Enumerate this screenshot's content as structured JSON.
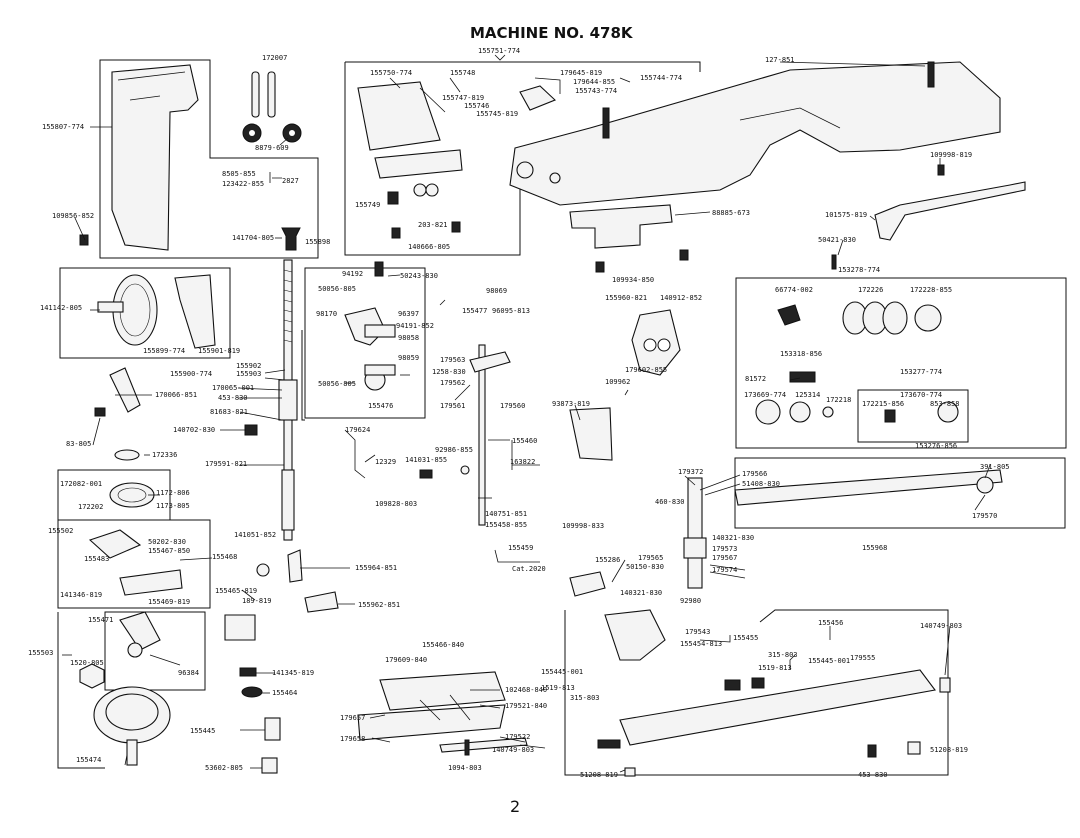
{
  "title": "MACHINE NO. 478K",
  "page_number": "2",
  "labels": [
    "155751-774",
    "172007",
    "155807-774",
    "8879-609",
    "8505-855",
    "123422-855",
    "2827",
    "109856-852",
    "141704-805",
    "155898",
    "155750-774",
    "155748",
    "179645-819",
    "179644-855",
    "155743-774",
    "155744-774",
    "155747-819",
    "155746",
    "155745-819",
    "155749",
    "203-821",
    "140666-805",
    "127-851",
    "109998-819",
    "88885-673",
    "101575-819",
    "50421-830",
    "109934-850",
    "153278-774",
    "94192",
    "50243-830",
    "50056-805",
    "98170",
    "96397",
    "94191-852",
    "98058",
    "98059",
    "98069",
    "155477",
    "96095-813",
    "141142-805",
    "155899-774",
    "155901-819",
    "155902",
    "155900-774",
    "155903",
    "170066-851",
    "170065-001",
    "453-830",
    "81683-821",
    "140702-830",
    "83-805",
    "172336",
    "179591-821",
    "50056-805",
    "155476",
    "179563",
    "1258-830",
    "179562",
    "179561",
    "179560",
    "155960-821",
    "140912-852",
    "179602-855",
    "109962",
    "93873-819",
    "66774-002",
    "172226",
    "172228-855",
    "153318-856",
    "81572",
    "153277-774",
    "173669-774",
    "125314",
    "172218",
    "173670-774",
    "172215-856",
    "853-858",
    "153276-856",
    "179624",
    "12329",
    "141031-855",
    "92986-855",
    "155460",
    "163822",
    "109828-803",
    "172082-001",
    "1172-806",
    "172202",
    "1173-805",
    "155502",
    "141051-852",
    "50202-830",
    "155467-850",
    "155483",
    "155468",
    "155964-851",
    "141346-819",
    "155469-819",
    "155465-819",
    "189-819",
    "155962-851",
    "155471",
    "140751-851",
    "155458-855",
    "109998-833",
    "155459",
    "Cat.2020",
    "179372",
    "179566",
    "51408-830",
    "460-830",
    "140321-830",
    "179573",
    "179567",
    "179574",
    "179565",
    "155286",
    "50150-830",
    "140321-830",
    "92980",
    "391-805",
    "179570",
    "155968",
    "155503",
    "1520-805",
    "96384",
    "141345-819",
    "155464",
    "155445",
    "155474",
    "53602-805",
    "155466-840",
    "179609-840",
    "102468-840",
    "179521-840",
    "179657",
    "179658",
    "179522",
    "140749-803",
    "1094-803",
    "155456",
    "140749-803",
    "179543",
    "155455",
    "155454-813",
    "315-803",
    "179555",
    "155445-001",
    "1519-813",
    "155445-001",
    "1519-813",
    "315-803",
    "51208-819",
    "51208-819",
    "453-830"
  ]
}
